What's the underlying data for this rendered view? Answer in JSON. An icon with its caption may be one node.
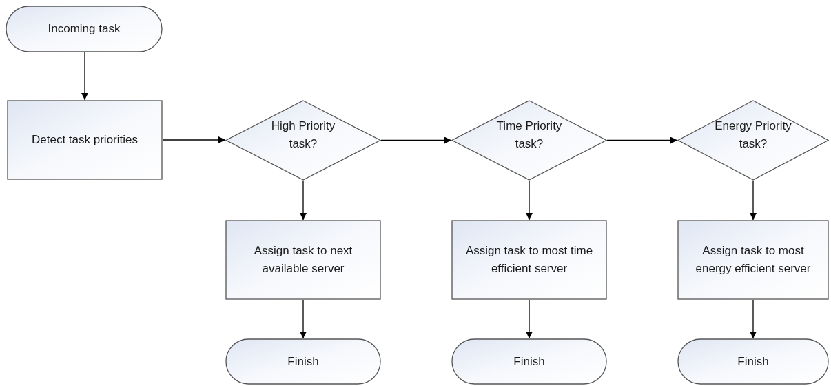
{
  "diagram": {
    "nodes": [
      {
        "text": [
          "Incoming task"
        ]
      },
      {
        "text": [
          "Detect task priorities"
        ]
      },
      {
        "text": [
          "High Priority task?"
        ]
      },
      {
        "text": [
          "Time Priority task?"
        ]
      },
      {
        "text": [
          "Energy Priority task?"
        ]
      },
      {
        "text": [
          "Assign task to next available server"
        ]
      },
      {
        "text": [
          "Assign task to most time efficient server"
        ]
      },
      {
        "text": [
          "Assign task to most energy efficient server"
        ]
      },
      {
        "text": [
          "Finish"
        ]
      },
      {
        "text": [
          "Finish"
        ]
      },
      {
        "text": [
          "Finish"
        ]
      }
    ],
    "edges": [
      {
        "from": 0,
        "to": 1,
        "arrow": "to"
      },
      {
        "from": 1,
        "to": 2,
        "arrow": "to"
      },
      {
        "from": 2,
        "to": 3,
        "arrow": "to"
      },
      {
        "from": 3,
        "to": 4,
        "arrow": "to"
      },
      {
        "from": 2,
        "to": 5,
        "arrow": "to"
      },
      {
        "from": 3,
        "to": 6,
        "arrow": "to"
      },
      {
        "from": 4,
        "to": 7,
        "arrow": "to"
      },
      {
        "from": 5,
        "to": 8,
        "arrow": "to"
      },
      {
        "from": 6,
        "to": 9,
        "arrow": "to"
      },
      {
        "from": 7,
        "to": 10,
        "arrow": "to"
      }
    ]
  }
}
